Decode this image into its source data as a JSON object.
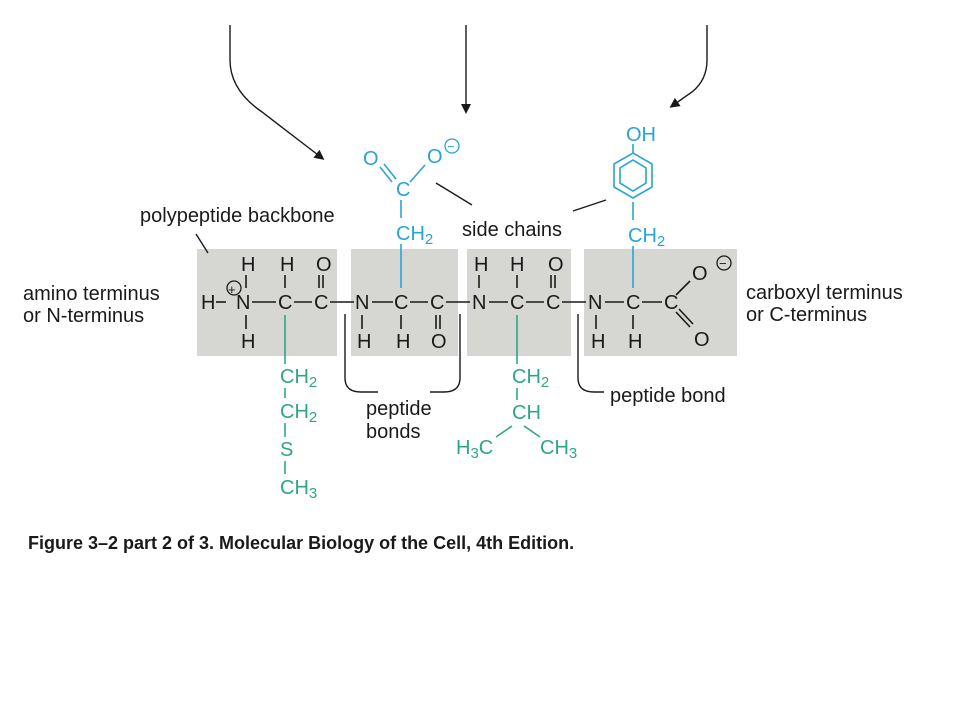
{
  "labels": {
    "backbone": "polypeptide backbone",
    "side_chains": "side chains",
    "amino_terminus": [
      "amino terminus",
      "or N-terminus"
    ],
    "carboxyl_terminus": [
      "carboxyl terminus",
      "or C-terminus"
    ],
    "peptide_bonds": [
      "peptide",
      "bonds"
    ],
    "peptide_bond": "peptide bond"
  },
  "caption": "Figure 3–2 part 2 of 3. Molecular Biology of the Cell, 4th Edition.",
  "atoms": {
    "H": "H",
    "N": "N",
    "C": "C",
    "O": "O",
    "OH": "OH",
    "CH": "CH",
    "CH2": "CH2",
    "CH3": "CH3",
    "H3C": "H3C",
    "S": "S",
    "plus": "+",
    "minus": "−"
  },
  "colors": {
    "backbone_text": "#1a1a1a",
    "acidic_side_chain": "#2aa3d6",
    "nonpolar_side_chain": "#2fa58a",
    "shade": "#d6d6d3"
  }
}
